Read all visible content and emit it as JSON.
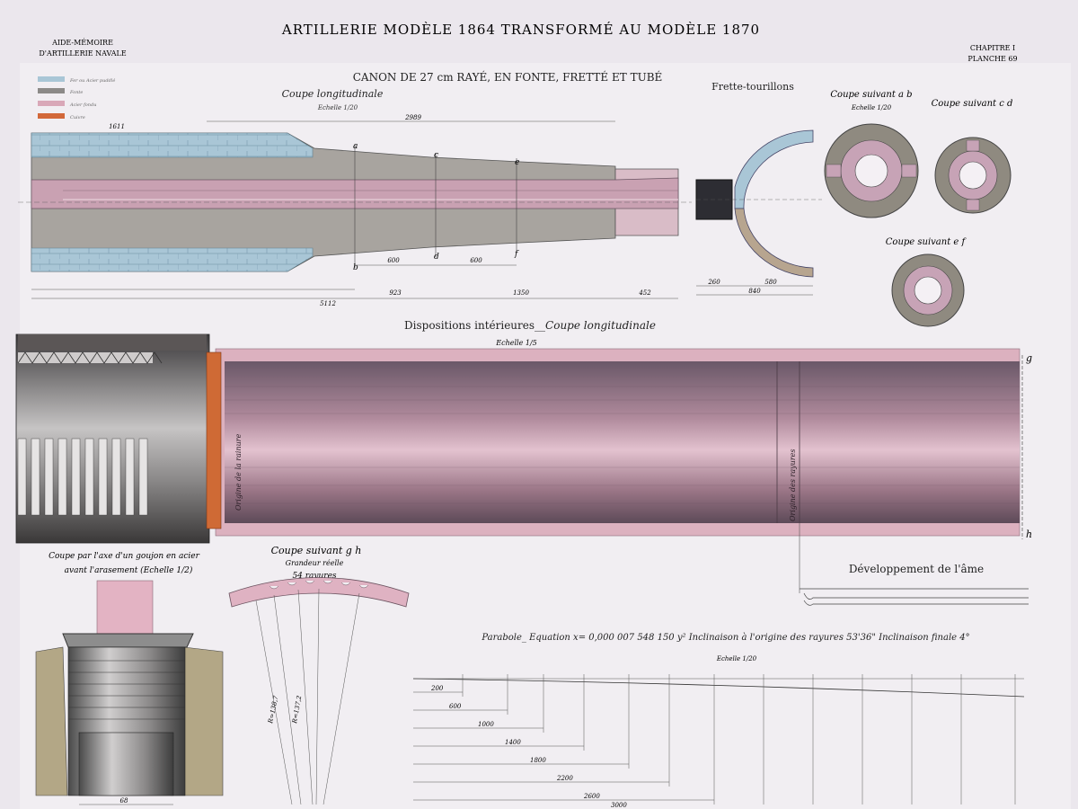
{
  "header": {
    "title": "ARTILLERIE MODÈLE 1864 TRANSFORMÉ AU MODÈLE 1870",
    "left_line1": "AIDE-MÉMOIRE",
    "left_line2": "D'ARTILLERIE NAVALE",
    "right_line1": "CHAPITRE I",
    "right_line2": "PLANCHE 69"
  },
  "legend": {
    "items": [
      {
        "label": "Fer ou Acier puddlé",
        "color": "#a9c6d6"
      },
      {
        "label": "Fonte",
        "color": "#8c8a88"
      },
      {
        "label": "Acier fondu",
        "color": "#d9a8b8"
      },
      {
        "label": "Cuivre",
        "color": "#d2683a"
      }
    ]
  },
  "canon": {
    "title": "CANON DE 27 cm RAYÉ, EN FONTE, FRETTÉ ET TUBÉ",
    "coupe": "Coupe longitudinale",
    "echelle": "Echelle 1/20",
    "labels": {
      "b": "b",
      "d": "d",
      "f": "f",
      "c": "c",
      "e": "e",
      "a": "a"
    },
    "dims": {
      "d1": "2989",
      "d2": "600",
      "d3": "600",
      "d4": "5112",
      "d5": "923",
      "d6": "1350",
      "d7": "452",
      "d8": "1611"
    }
  },
  "frette": {
    "title": "Frette-tourillons",
    "d1": "260",
    "d2": "580",
    "d3": "840"
  },
  "sections": {
    "ab": "Coupe suivant a b",
    "ab_scale": "Echelle 1/20",
    "cd": "Coupe suivant c d",
    "ef": "Coupe suivant e f"
  },
  "interior": {
    "title": "Dispositions intérieures",
    "subtitle": "Coupe longitudinale",
    "echelle": "Echelle 1/5",
    "origine1": "Origine de la rainure",
    "origine2": "Origine des rayures",
    "g": "g",
    "h": "h"
  },
  "goujon": {
    "title1": "Coupe par l'axe d'un goujon en acier",
    "title2": "avant l'arasement (Echelle 1/2)",
    "dim": "68"
  },
  "gh": {
    "title": "Coupe suivant g h",
    "sub1": "Grandeur réelle",
    "sub2": "54 rayures",
    "r1": "R=138,7",
    "r2": "R=137,2"
  },
  "developpement": {
    "title": "Développement de l'âme"
  },
  "parabole": {
    "equation": "Parabole_ Equation x= 0,000 007 548 150 y² Inclinaison à l'origine des rayures 53'36\" Inclinaison finale 4°",
    "echelle": "Echelle 1/20",
    "steps": [
      "200",
      "600",
      "1000",
      "1400",
      "1800",
      "2200",
      "2600",
      "3000"
    ]
  }
}
